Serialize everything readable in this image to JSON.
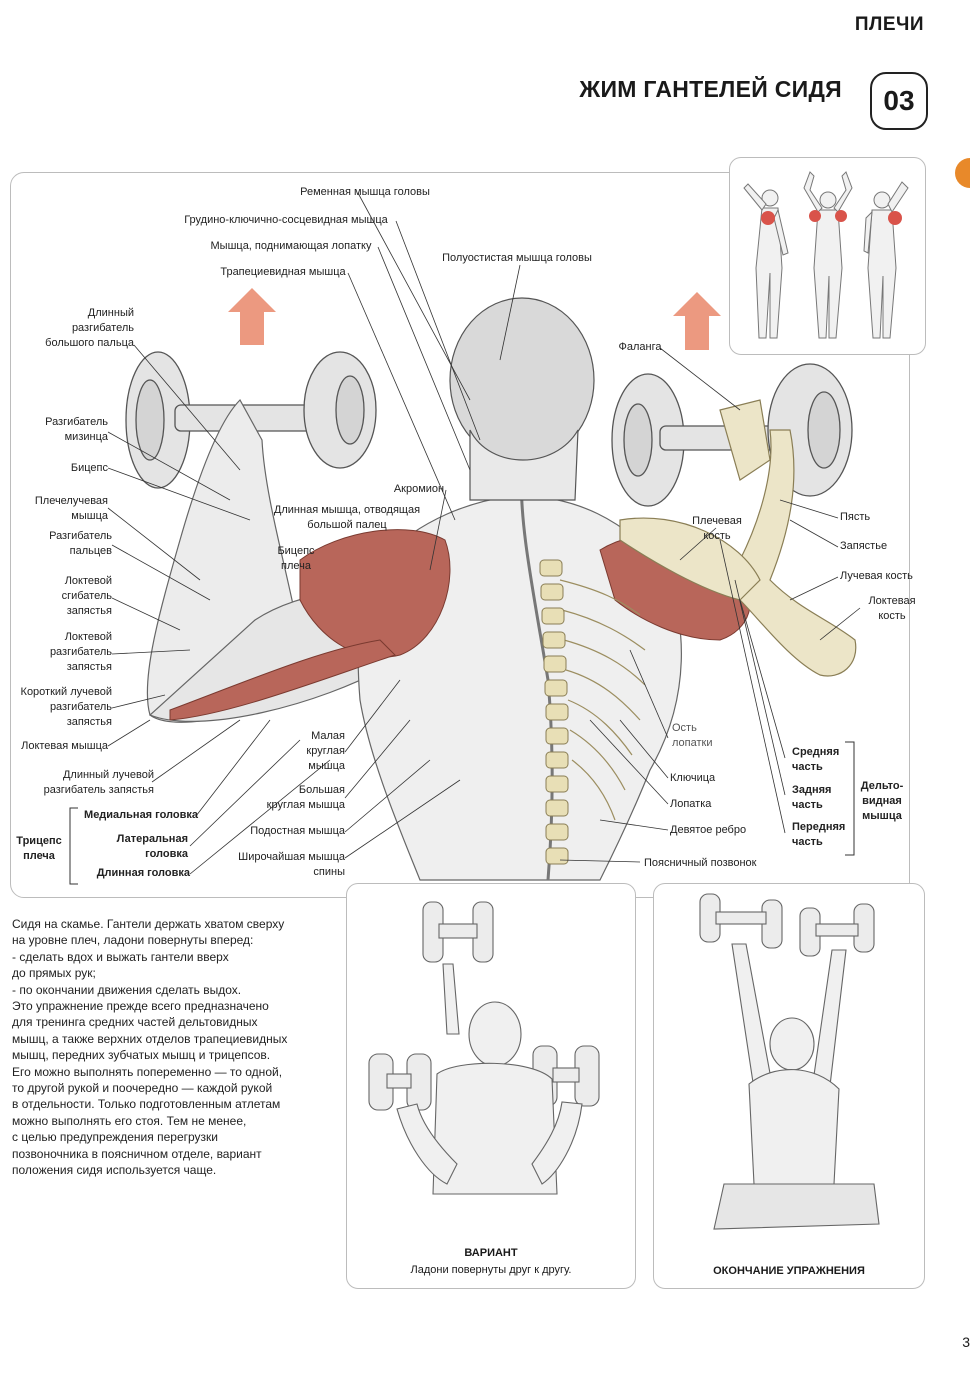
{
  "header": {
    "section": "ПЛЕЧИ",
    "title": "ЖИМ ГАНТЕЛЕЙ СИДЯ",
    "number": "03"
  },
  "labels": {
    "remennaya": "Ременная мышца головы",
    "grudino": "Грудино-ключично-сосцевидная мышца",
    "podnimayushchaya": "Мышца, поднимающая лопатку",
    "trapecievidnaya": "Трапециевидная мышца",
    "poluostistaya": "Полуостистая мышца головы",
    "dlinny_razgibatel": "Длинный\nразгибатель\nбольшого пальца",
    "razgibatel_mizinca": "Разгибатель\nмизинца",
    "biceps": "Бицепс",
    "plecheluchevaya": "Плечелучевая\nмышца",
    "razgibatel_palcev": "Разгибатель\nпальцев",
    "loktevoy_sgibatel": "Локтевой\nсгибатель\nзапястья",
    "loktevoy_razgibatel": "Локтевой\nразгибатель\nзапястья",
    "korotkiy_luchevoy": "Короткий лучевой\nразгибатель\nзапястья",
    "loktevaya_myshca": "Локтевая мышца",
    "dlinny_luchevoy": "Длинный лучевой\nразгибатель запястья",
    "medialnaya": "Медиальная головка",
    "lateralnaya": "Латеральная\nголовка",
    "dlinnaya_golovka": "Длинная головка",
    "triceps": "Трицепс\nплеча",
    "akromion": "Акромион",
    "otvodyashchaya": "Длинная мышца, отводящая\nбольшой палец",
    "biceps_plecha": "Бицепс\nплеча",
    "malaya_kruglaya": "Малая\nкруглая\nмышца",
    "bolshaya_kruglaya": "Большая\nкруглая мышца",
    "podostnaya": "Подостная мышца",
    "shirochayshaya": "Широчайшая мышца\nспины",
    "falanga": "Фаланга",
    "plechevaya_kost": "Плечевая\nкость",
    "pyast": "Пясть",
    "zapyastye": "Запястье",
    "luchevaya_kost": "Лучевая кость",
    "loktevaya_kost": "Локтевая\nкость",
    "ost_lopatki": "Ость\nлопатки",
    "klyuchica": "Ключица",
    "lopatka": "Лопатка",
    "devyatoe_rebro": "Девятое ребро",
    "poyasnichny": "Поясничный позвонок",
    "srednyaya": "Средняя\nчасть",
    "zadnyaya": "Задняя\nчасть",
    "perednyaya": "Передняя\nчасть",
    "deltovidnaya": "Дельто-\nвидная\nмышца"
  },
  "description": [
    "Сидя на скамье. Гантели держать хватом сверху",
    "на уровне плеч, ладони повернуты вперед:",
    "- сделать вдох и выжать гантели вверх",
    "до прямых рук;",
    "- по окончании движения сделать выдох.",
    "Это упражнение прежде всего предназначено",
    "для тренинга средних частей дельтовидных",
    "мышц, а также верхних отделов трапециевидных",
    "мышц, передних зубчатых мышц и трицепсов.",
    "Его можно выполнять попеременно — то одной,",
    "то другой рукой и поочередно — каждой рукой",
    "в отдельности. Только подготовленным атлетам",
    "можно выполнять его стоя. Тем не менее,",
    "с целью предупреждения перегрузки",
    "позвоночника в поясничном отделе, вариант",
    "положения сидя используется чаще."
  ],
  "variant": {
    "title": "ВАРИАНТ",
    "subtitle": "Ладони повернуты друг к другу."
  },
  "end": {
    "title": "ОКОНЧАНИЕ УПРАЖНЕНИЯ"
  },
  "page_number": "3",
  "colors": {
    "arrow": "#e9876a",
    "muscle": "#b8665a",
    "highlight": "#d9534a",
    "bone": "#ece5c8",
    "badge_tab": "#e8892a"
  }
}
